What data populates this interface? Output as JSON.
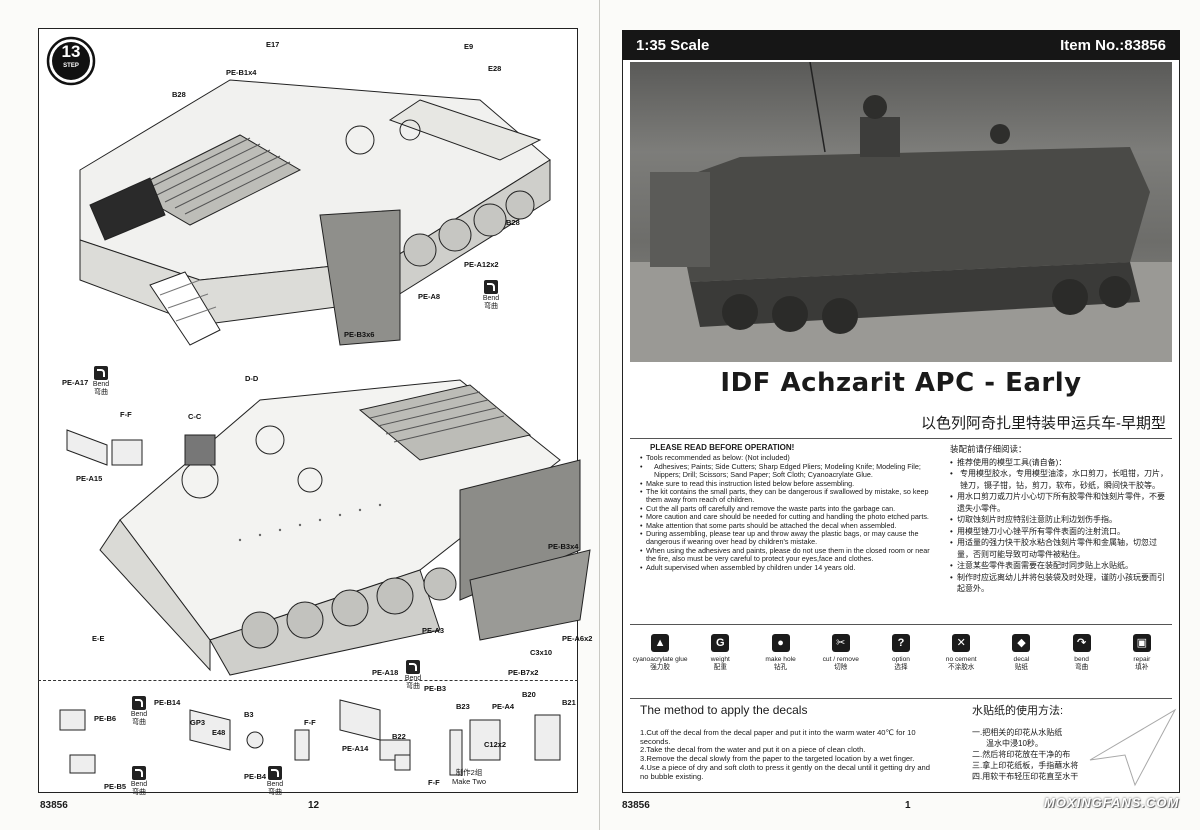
{
  "left_page": {
    "step": {
      "number": "13",
      "label": "STEP"
    },
    "callouts_top": [
      "E17",
      "E9",
      "PE-B1x4",
      "E28",
      "B28",
      "B28",
      "PE-A12x2",
      "PE-A8",
      "PE-B3x6"
    ],
    "callouts_mid": [
      "D-D",
      "C-C",
      "PE-A17",
      "F-F",
      "PE-A15",
      "PE-B3x4",
      "PE-A3",
      "C3x10",
      "PE-A6x2",
      "E-E",
      "PE-A18",
      "PE-B7x2",
      "PE-B3"
    ],
    "callouts_sub": [
      "PE-B14",
      "PE-B6",
      "GP3",
      "E48",
      "B3",
      "PE-B4",
      "PE-B5",
      "F-F",
      "PE-A14",
      "PE-A4",
      "B20",
      "B21",
      "B23",
      "C12x2",
      "B22",
      "F-F"
    ],
    "bend": {
      "en": "Bend",
      "cn": "弯曲"
    },
    "make_two": {
      "cn": "制作2组",
      "en": "Make Two"
    },
    "footer_code": "83856",
    "page_number": "12"
  },
  "right_page": {
    "scale": "1:35  Scale",
    "item_no": "Item No.:83856",
    "title_en": "IDF Achzarit APC - Early",
    "title_cn": "以色列阿奇扎里特装甲运兵车-早期型",
    "notice_en": {
      "heading": "PLEASE READ BEFORE OPERATION!",
      "items": [
        "Tools recommended as below:  (Not included)",
        "Adhesives; Paints; Side Cutters; Sharp Edged Pliers; Modeling Knife; Modeling File; Nippers; Drill; Scissors; Sand Paper; Soft Cloth; Cyanoacrylate Glue.",
        "Make sure to read this instruction listed below before assembling.",
        "The kit contains the small parts, they can be dangerous if swallowed by mistake, so keep them away from reach of  children.",
        "Cut the all parts off carefully and remove the waste parts into the garbage can.",
        "More caution and care should be needed for cutting and handling the photo etched parts.",
        "Make attention that some parts should be attached the decal when assembled.",
        "During assembling, please tear up and throw away the plastic bags, or may cause the dangerous if wearing over head by children's mistake.",
        "When using the adhesives and paints, please do not use them in the closed room or near the fire, also must be very careful to protect your eyes,face and clothes.",
        "Adult supervised when assembled by children under 14 years old."
      ]
    },
    "notice_cn": {
      "heading": "装配前请仔细阅读：",
      "items": [
        "推荐使用的模型工具(请自备)：",
        "专用模型胶水，专用模型油漆，水口剪刀，长咀钳，刀片，锉刀，镊子钳，钻，剪刀，软布，砂纸，瞬间快干胶等。",
        "用水口剪刀或刀片小心切下所有胶零件和蚀刻片零件，不要遗失小零件。",
        "切取蚀刻片时应特别注意防止利边划伤手指。",
        "用模型锉刀小心锉平所有零件表面的注射流口。",
        "用适量的强力快干胶水粘合蚀刻片零件和金属轴，切忽过量，否则可能导致可动零件被粘住。",
        "注意某些零件表面需要在装配时同步贴上水贴纸。",
        "制作时应远离幼儿并将包装袋及时处理，谨防小孩玩要而引起意外。"
      ]
    },
    "symbols": [
      {
        "en": "cyanoacrylate glue",
        "cn": "强力胶",
        "icon": "glue-bottle-icon",
        "glyph": "▲"
      },
      {
        "en": "weight",
        "cn": "配重",
        "icon": "weight-icon",
        "glyph": "G"
      },
      {
        "en": "make hole",
        "cn": "钻孔",
        "icon": "drill-icon",
        "glyph": "●"
      },
      {
        "en": "cut / remove",
        "cn": "切除",
        "icon": "knife-icon",
        "glyph": "✂"
      },
      {
        "en": "option",
        "cn": "选择",
        "icon": "question-icon",
        "glyph": "?"
      },
      {
        "en": "no cement",
        "cn": "不涂胶水",
        "icon": "no-cement-icon",
        "glyph": "✕"
      },
      {
        "en": "decal",
        "cn": "贴纸",
        "icon": "decal-icon",
        "glyph": "◆"
      },
      {
        "en": "bend",
        "cn": "弯曲",
        "icon": "bend-icon",
        "glyph": "↷"
      },
      {
        "en": "repair",
        "cn": "填补",
        "icon": "repair-icon",
        "glyph": "▣"
      }
    ],
    "decals_en": {
      "heading": "The method to apply the decals",
      "steps": [
        "1.Cut off the decal from the decal paper and put it into the warm water 40℃ for 10 seconds.",
        "2.Take the decal from the water and put it on a piece of clean cloth.",
        "3.Remove the decal slowly from the paper to the targeted location by a wet finger.",
        "4.Use a piece of dry and soft cloth to press it gently on the decal until it  getting dry and no bubble existing."
      ]
    },
    "decals_cn": {
      "heading": "水贴纸的使用方法:",
      "steps": [
        "一.把相关的印花从水贴纸",
        "温水中浸10秒。",
        "二.然后将印花放在干净的布",
        "三.拿上印花纸板，手指蘸水将",
        "四.用软干布轻压印花直至水干"
      ]
    },
    "page_number": "1",
    "footer_code": "83856",
    "watermark": "MOXINGFANS.COM"
  }
}
